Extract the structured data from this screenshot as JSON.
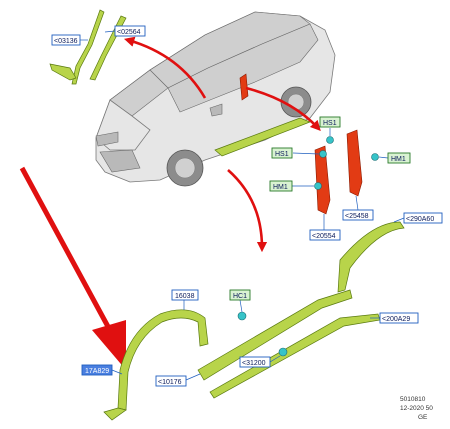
{
  "callouts": {
    "c03136": "<03136",
    "c02564": "<02564",
    "hs1_top": "HS1",
    "hs1_left": "HS1",
    "hm1_right": "HM1",
    "hm1_left": "HM1",
    "c25458": "<25458",
    "c20554": "<20554",
    "c290a60": "<290A60",
    "c16038": "16038",
    "hc1": "HC1",
    "c17a829": "17A829",
    "c10176": "<10176",
    "c31200": "<31200",
    "c200a29": "<200A29"
  },
  "reference": {
    "code": "5010810",
    "date": "12-2020 50",
    "region": "GE"
  },
  "colors": {
    "callout_border": "#1f5fbf",
    "callout_fill_highlight": "#4a7fe0",
    "red_arrow": "#e01010",
    "part_green": "#b8d44a",
    "part_red": "#e23b14",
    "clip_cyan": "#36c3c8"
  },
  "icons": {
    "vehicle": "station-wagon-car",
    "pointer": "red-arrow"
  }
}
